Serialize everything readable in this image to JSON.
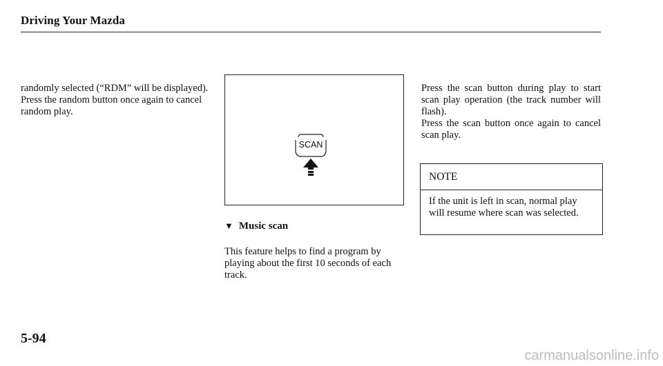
{
  "header": {
    "title": "Driving Your Mazda"
  },
  "column1": {
    "lines": [
      "randomly selected (“RDM” will be displayed).",
      "Press the random button once again to cancel random play."
    ]
  },
  "figure": {
    "button_label": "SCAN"
  },
  "music_scan": {
    "heading": "Music scan",
    "body": "This feature helps to find a program by playing about the first 10 seconds of each track."
  },
  "column3": {
    "lines": [
      "Press the scan button during play to start scan play operation (the track number will flash).",
      "Press the scan button once again to cancel scan play."
    ]
  },
  "note": {
    "title": "NOTE",
    "text": "If the unit is left in scan, normal play will resume where scan was selected."
  },
  "page": {
    "number": "5-94"
  },
  "watermark": {
    "text": "carmanualsonline.info"
  }
}
